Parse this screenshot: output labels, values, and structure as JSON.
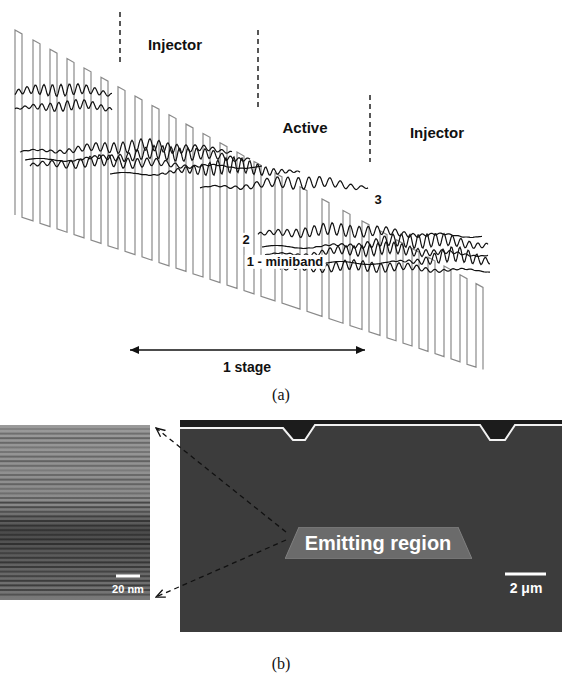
{
  "diagram": {
    "nodes": [
      {
        "text": [
          "Emitting region"
        ]
      }
    ],
    "labels": [
      "Injector",
      "Active",
      "Injector",
      "3",
      "2",
      "1 - miniband",
      "1 stage",
      "(a)",
      "20 nm",
      "2 μm",
      "(b)"
    ]
  }
}
